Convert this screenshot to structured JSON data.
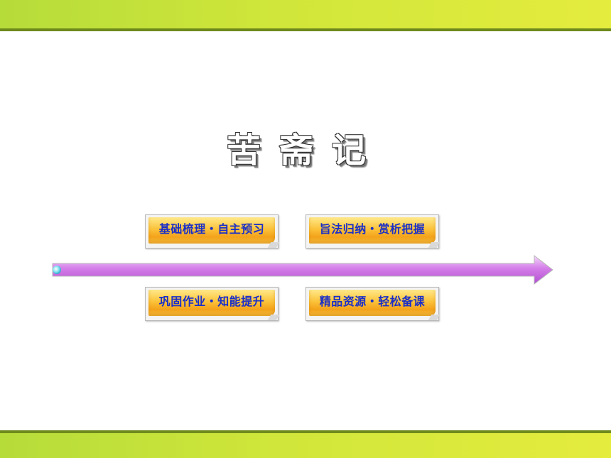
{
  "title": "苦斋记",
  "buttons": [
    {
      "label": "基础梳理・自主预习"
    },
    {
      "label": "旨法归纳・赏析把握"
    },
    {
      "label": "巩固作业・知能提升"
    },
    {
      "label": "精品资源・轻松备课"
    }
  ],
  "colors": {
    "band": "#c8e23a",
    "band_line": "#6f8a1c",
    "button_gold": "#fbc23a",
    "button_text": "#1a2fc8",
    "arrow": "#c860e0"
  }
}
